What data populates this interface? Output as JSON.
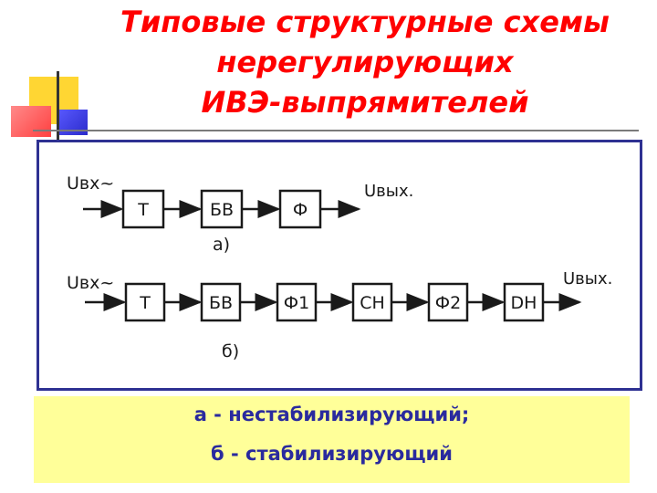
{
  "title": {
    "line1": "Типовые структурные схемы",
    "line2": "нерегулирующих",
    "line3": "ИВЭ-выпрямителей"
  },
  "diagram_a": {
    "input_label": "Uвх~",
    "blocks": [
      "Т",
      "БВ",
      "Ф"
    ],
    "output_label": "Uвых.",
    "caption": "а)"
  },
  "diagram_b": {
    "input_label": "Uвх~",
    "blocks": [
      "Т",
      "БВ",
      "Ф1",
      "СН",
      "Ф2",
      "DН"
    ],
    "output_label": "Uвых.",
    "caption": "б)"
  },
  "legend": {
    "line_a": "а - нестабилизирующий;",
    "line_b": "б - стабилизирующий"
  },
  "colors": {
    "title": "#ff0000",
    "frame_border": "#2e3192",
    "legend_background": "#ffff99",
    "legend_text": "#2a2a9e"
  }
}
